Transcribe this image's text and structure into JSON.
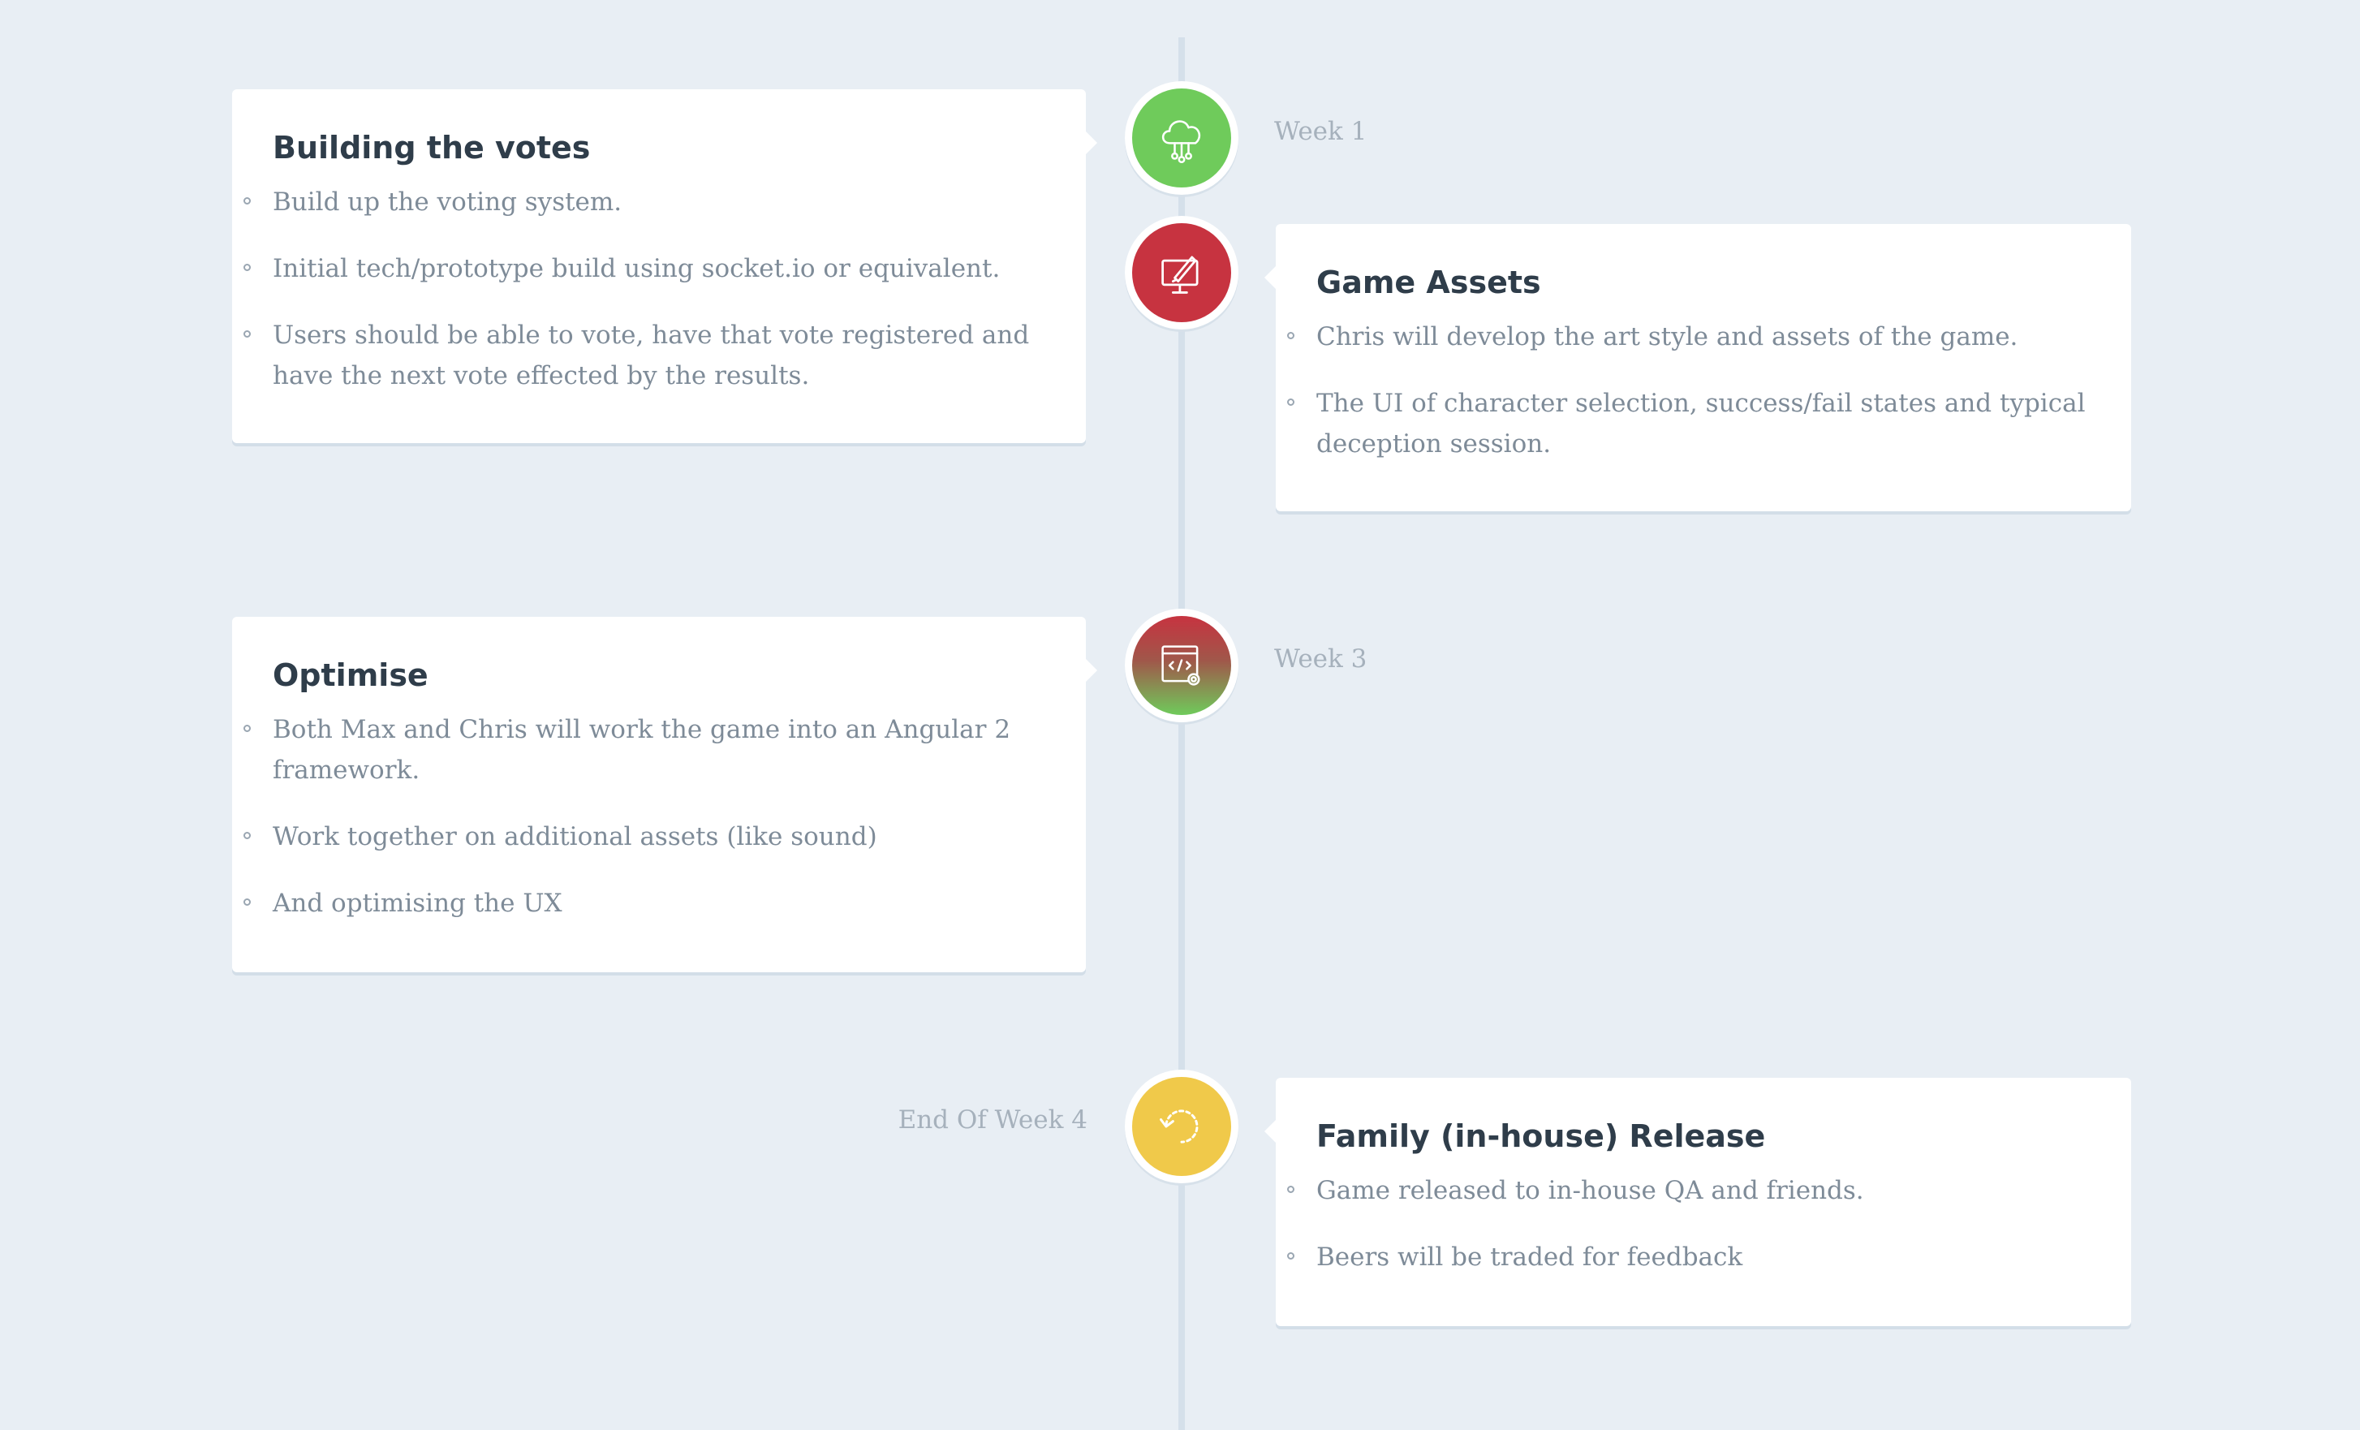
{
  "colors": {
    "background": "#e8eef4",
    "green": "#6fcb5b",
    "red": "#c73340",
    "yellow": "#f0c94a",
    "title": "#2f3d4a",
    "text": "#7e8b98",
    "date": "#a6b1bc"
  },
  "timeline": [
    {
      "title": "Building the votes",
      "date": "Week 1",
      "icon": "cloud-network-icon",
      "items": [
        "Build up the voting system.",
        "Initial tech/prototype build using socket.io or equivalent.",
        "Users should be able to vote, have that vote registered and have the next vote effected by the results."
      ]
    },
    {
      "title": "Game Assets",
      "date": "",
      "icon": "monitor-pen-icon",
      "items": [
        "Chris will develop the art style and assets of the game.",
        "The UI of character selection, success/fail states and typical deception session."
      ]
    },
    {
      "title": "Optimise",
      "date": "Week 3",
      "icon": "code-window-gear-icon",
      "items": [
        "Both Max and Chris will work the game into an Angular 2 framework.",
        "Work together on additional assets (like sound)",
        "And optimising the UX"
      ]
    },
    {
      "title": "Family (in-house) Release",
      "date": "End Of Week 4",
      "icon": "refresh-icon",
      "items": [
        "Game released to in-house QA and friends.",
        "Beers will be traded for feedback"
      ]
    }
  ]
}
